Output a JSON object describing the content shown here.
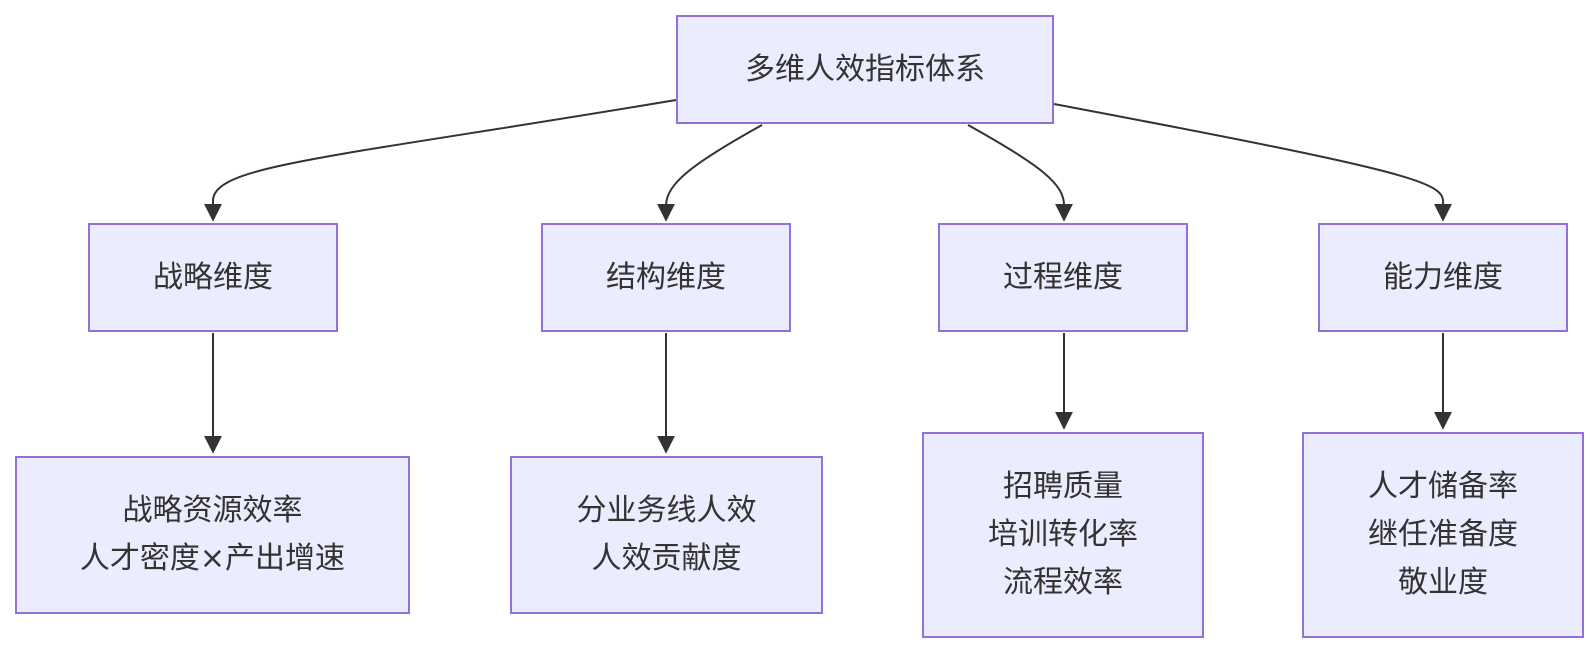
{
  "diagram": {
    "root": {
      "label": "多维人效指标体系"
    },
    "dimensions": [
      {
        "label": "战略维度",
        "items": [
          "战略资源效率",
          "人才密度×产出增速"
        ]
      },
      {
        "label": "结构维度",
        "items": [
          "分业务线人效",
          "人效贡献度"
        ]
      },
      {
        "label": "过程维度",
        "items": [
          "招聘质量",
          "培训转化率",
          "流程效率"
        ]
      },
      {
        "label": "能力维度",
        "items": [
          "人才储备率",
          "继任准备度",
          "敬业度"
        ]
      }
    ]
  },
  "colors": {
    "node_fill": "#ECECFF",
    "node_border": "#9370DB",
    "text": "#333333",
    "edge": "#333333",
    "background": "#FFFFFF"
  }
}
